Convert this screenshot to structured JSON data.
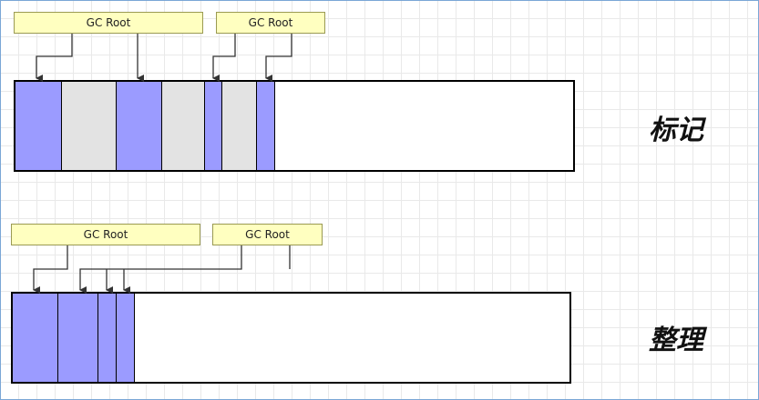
{
  "mark_phase": {
    "label": "标记",
    "roots": [
      "GC Root",
      "GC Root"
    ],
    "blocks": [
      "live",
      "garbage",
      "live",
      "garbage",
      "live",
      "garbage",
      "live",
      "free"
    ]
  },
  "compact_phase": {
    "label": "整理",
    "roots": [
      "GC Root",
      "GC Root"
    ],
    "blocks": [
      "live",
      "live",
      "live",
      "live",
      "free"
    ]
  },
  "colors": {
    "live": "#9b9bff",
    "garbage": "#e3e3e3",
    "root_fill": "#ffffc0",
    "free": "#ffffff"
  }
}
